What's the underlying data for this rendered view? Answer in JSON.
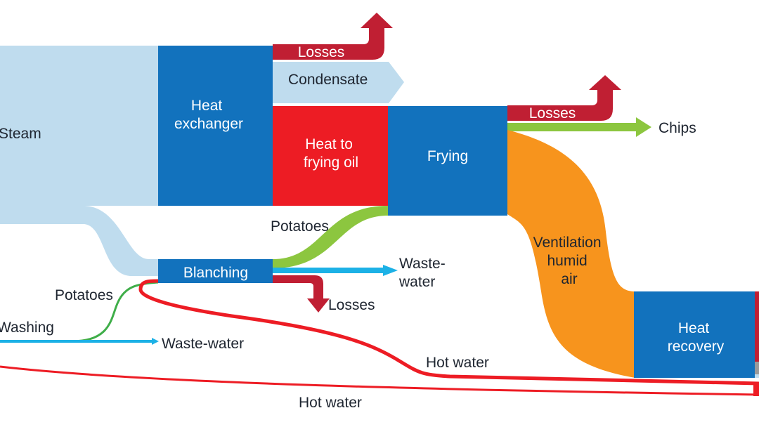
{
  "nodes": {
    "steam": "Steam",
    "heat_exchanger": [
      "Heat",
      "exchanger"
    ],
    "heat_to_frying_oil": [
      "Heat to",
      "frying oil"
    ],
    "frying": "Frying",
    "blanching": "Blanching",
    "washing": "Washing",
    "heat_recovery": [
      "Heat",
      "recovery"
    ],
    "ventilation_humid_air": [
      "Ventilation",
      "humid",
      "air"
    ]
  },
  "flows": {
    "losses_top": "Losses",
    "condensate": "Condensate",
    "losses_frying": "Losses",
    "chips": "Chips",
    "potatoes_to_frying": "Potatoes",
    "waste_water_blanching": [
      "Waste-",
      "water"
    ],
    "losses_blanching": "Losses",
    "potatoes_to_blanching": "Potatoes",
    "waste_water_washing": "Waste-water",
    "hot_water_upper": "Hot water",
    "hot_water_lower": "Hot water"
  },
  "colors": {
    "steam": "#bfdcee",
    "node_blue": "#1272bd",
    "heat_red": "#ed1c24",
    "losses": "#c01f33",
    "potatoes_green": "#8cc63f",
    "washing_green": "#3fae49",
    "waste_water": "#1cb1e6",
    "ventilation": "#f7941d",
    "text_dark": "#1e2530",
    "text_white": "#ffffff"
  }
}
